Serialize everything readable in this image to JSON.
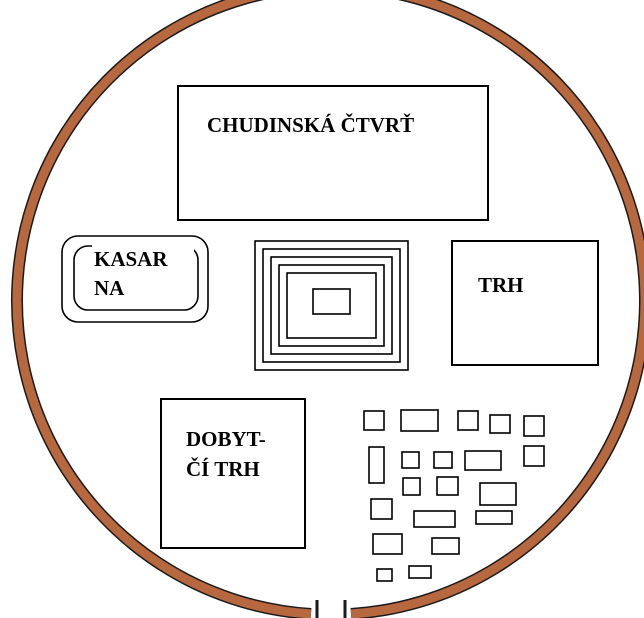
{
  "colors": {
    "wall": "#B8683F",
    "wall_outline": "#1a1a1a",
    "ink": "#000000",
    "background": "#ffffff"
  },
  "labels": {
    "slums": "CHUDINSKÁ ČTVRŤ",
    "barracks_line1": "KASAR",
    "barracks_line2": "NA",
    "market": "TRH",
    "cattle_market_line1": "DOBYT-",
    "cattle_market_line2": "ČÍ TRH"
  }
}
